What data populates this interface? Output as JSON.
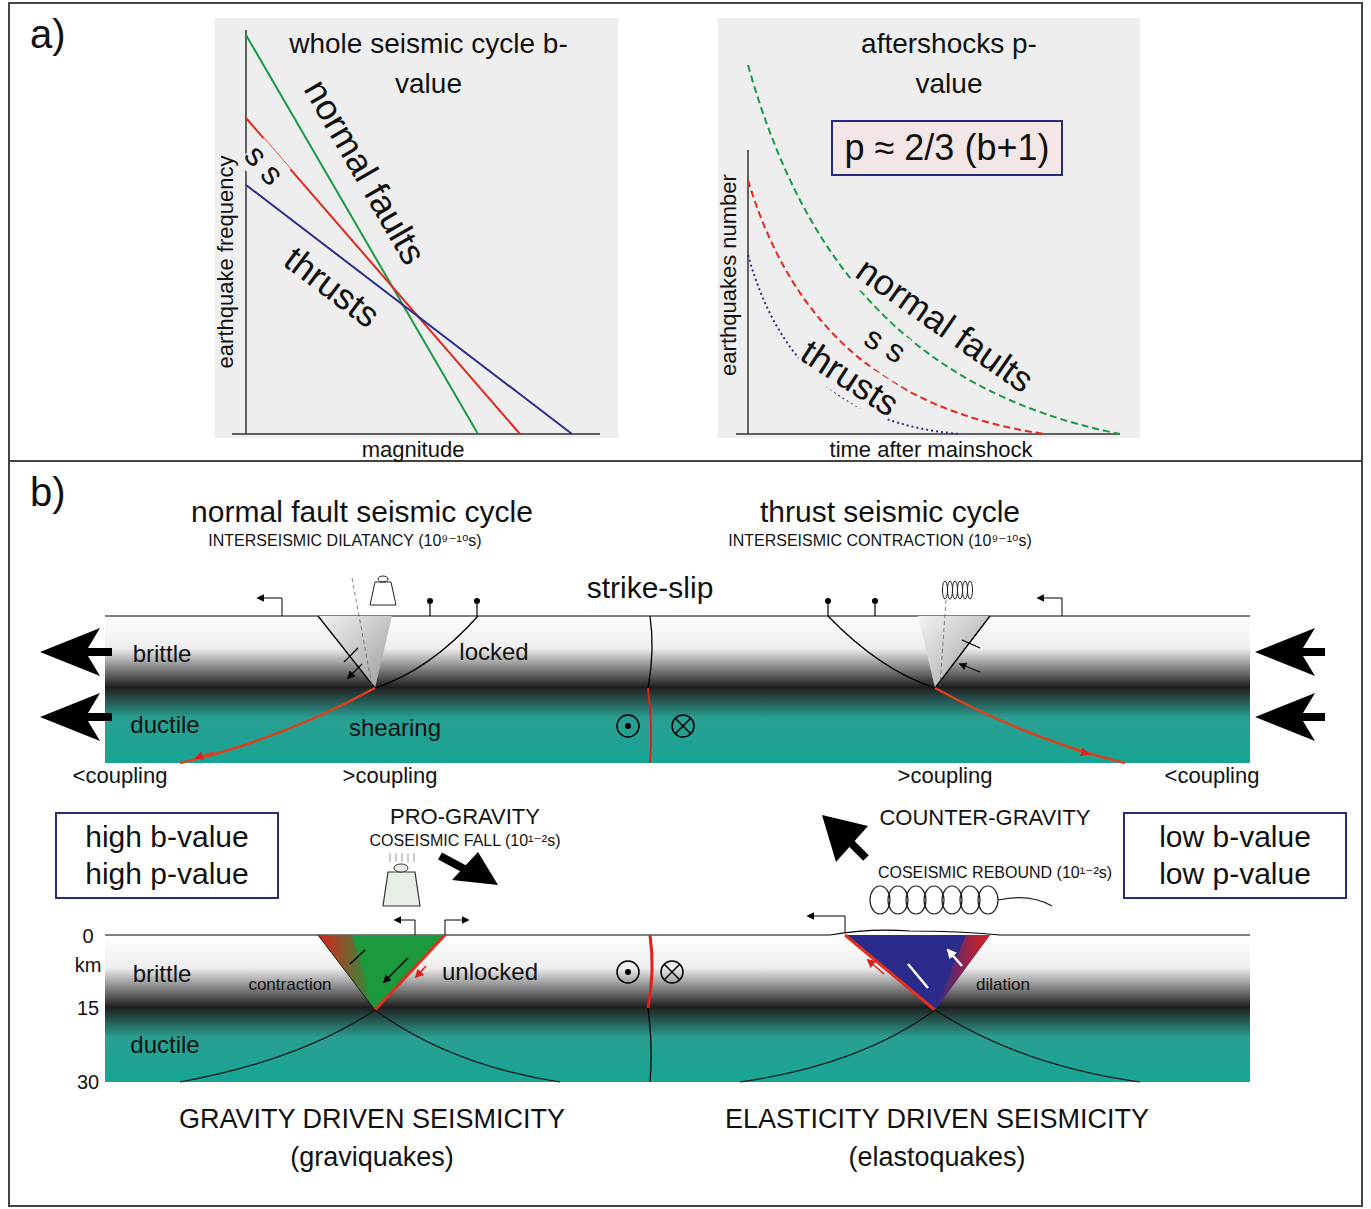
{
  "diagram": {
    "nodes": [
      {
        "text": [
          "a)"
        ]
      },
      {
        "text": [
          "whole seismic cycle b-value"
        ],
        "in": 0
      },
      {
        "text": [
          "aftershocks p-value"
        ],
        "in": 0
      },
      {
        "text": [
          "p ≈ 2/3 (b+1)"
        ],
        "in": 2
      },
      {
        "text": [
          "b)"
        ]
      },
      {
        "text": [
          "high b-value high p-value"
        ],
        "in": 4
      },
      {
        "text": [
          "low b-value low p-value"
        ],
        "in": 4
      }
    ],
    "labels": [
      "earthquake frequency",
      "magnitude",
      "normal faults",
      "s s",
      "thrusts",
      "earthquakes number",
      "time after mainshock",
      "normal faults",
      "s s",
      "thrusts",
      "normal fault seismic cycle",
      "INTERSEISMIC DILATANCY (10⁹⁻¹⁰s)",
      "thrust seismic cycle",
      "INTERSEISMIC CONTRACTION (10⁹⁻¹⁰s)",
      "strike-slip",
      "brittle",
      "locked",
      "ductile",
      "shearing",
      "<coupling",
      ">coupling",
      ">coupling",
      "<coupling",
      "PRO-GRAVITY",
      "COSEISMIC FALL (10¹⁻²s)",
      "COUNTER-GRAVITY",
      "COSEISMIC REBOUND (10¹⁻²s)",
      "0",
      "km",
      "brittle",
      "contraction",
      "unlocked",
      "15",
      "ductile",
      "30",
      "dilation",
      "GRAVITY DRIVEN SEISMICITY",
      "(graviquakes)",
      "ELASTICITY DRIVEN SEISMICITY",
      "(elastoquakes)"
    ]
  }
}
